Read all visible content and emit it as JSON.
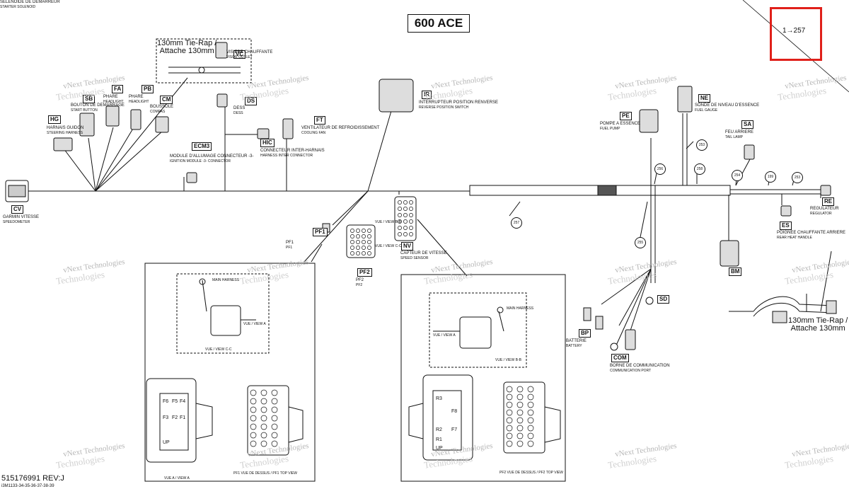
{
  "title": "600 ACE",
  "part_reference": "1→257",
  "tie_rap_top": [
    "130mm Tie-Rap /",
    "Attache 130mm"
  ],
  "tie_rap_right": [
    "130mm Tie-Rap /",
    "Attache 130mm"
  ],
  "revision": "515176991 REV:J",
  "drawing_code": "i3M1133-34-35-36-37-38-39",
  "watermark": [
    "vNext",
    "Technologies"
  ],
  "connectors": [
    {
      "code": "CV",
      "en": "GARMIN VITESSE",
      "fr": "SPEEDOMETER"
    },
    {
      "code": "HG",
      "en": "HARNAIS GUIDON",
      "fr": "STEERING HARNESS"
    },
    {
      "code": "SB",
      "en": "BOUTON DE DEMARRAGE",
      "fr": "START BUTTON"
    },
    {
      "code": "FA",
      "en": "PHARE",
      "fr": "HEADLIGHT"
    },
    {
      "code": "PB",
      "en": "PHARE",
      "fr": "HEADLIGHT"
    },
    {
      "code": "CM",
      "en": "BOUSSOLE",
      "fr": "COMPAS"
    },
    {
      "code": "VC",
      "en": "VISIERE CHAUFFANTE",
      "fr": "VISOR OUTLET"
    },
    {
      "code": "DS",
      "en": "DESS",
      "fr": "DESS"
    },
    {
      "code": "HIC",
      "en": "CONNECTEUR INTER-HARNAIS",
      "fr": "HARNESS INTER CONNECTOR"
    },
    {
      "code": "FT",
      "en": "VENTILATEUR DE REFROIDISSEMENT",
      "fr": "COOLING FAN"
    },
    {
      "code": "ECM3",
      "en": "MODULE D'ALLUMAGE CONNECTEUR -3-",
      "fr": "IGNITION MODULE -3- CONNECTOR"
    },
    {
      "code": "IR",
      "en": "INTERRUPTEUR POSITION RENVERSE",
      "fr": "REVERSE POSITION SWITCH"
    },
    {
      "code": "PF1",
      "en": "PF1",
      "fr": "PF1"
    },
    {
      "code": "PF2",
      "en": "PF2",
      "fr": "PF2"
    },
    {
      "code": "NV",
      "en": "CAPTEUR DE VITESSE",
      "fr": "SPEED SENSOR"
    },
    {
      "code": "PE",
      "en": "POMPE A ESSENCE",
      "fr": "FUEL PUMP"
    },
    {
      "code": "NE",
      "en": "SONDE DE NIVEAU D'ESSENCE",
      "fr": "FUEL GAUGE"
    },
    {
      "code": "SA",
      "en": "FEU ARRIERE",
      "fr": "TAIL LAMP"
    },
    {
      "code": "ES",
      "en": "POIGNEE CHAUFFANTE ARRIERE",
      "fr": "REAR HEAT HANDLE"
    },
    {
      "code": "RE",
      "en": "REGULATEUR",
      "fr": "REGULATOR"
    },
    {
      "code": "BM",
      "en": "",
      "fr": ""
    },
    {
      "code": "SD",
      "en": "SELENOIDE DE DEMARREUR",
      "fr": "STARTER SOLENOID"
    },
    {
      "code": "BP",
      "en": "BATTERIE",
      "fr": "BATTERY"
    },
    {
      "code": "COM",
      "en": "BORNE DE COMMUNICATION",
      "fr": "COMMUNICATION PORT"
    }
  ],
  "wire_numbers": [
    "257",
    "255",
    "256",
    "258",
    "254",
    "199",
    "253",
    "253"
  ],
  "view_labels": {
    "main_harness_left": "MAIN HARNESS",
    "view_a_left": "VUE / VIEW A",
    "view_cc": "VUE / VIEW C-C",
    "pf1_top_view": "PF1 VUE DE DESSUS / PF1 TOP VIEW",
    "view_a_small": "VUE A / VIEW A",
    "main_harness_right": "MAIN HARNESS",
    "view_a_right": "VUE / VIEW A",
    "view_bb": "VUE / VIEW B-B",
    "pf2_top_view": "PF2 VUE DE DESSUS / PF2 TOP VIEW",
    "view_b_pf2": "VUE / VIEW B-B",
    "view_c_pf1": "VUE / VIEW C-C"
  },
  "fuse_cells_left": [
    "F6",
    "F5",
    "F4",
    "F3",
    "F2",
    "F1",
    "UP"
  ],
  "fuse_cells_right": [
    "R3",
    "F8",
    "R2",
    "F7",
    "R1",
    "UP"
  ]
}
